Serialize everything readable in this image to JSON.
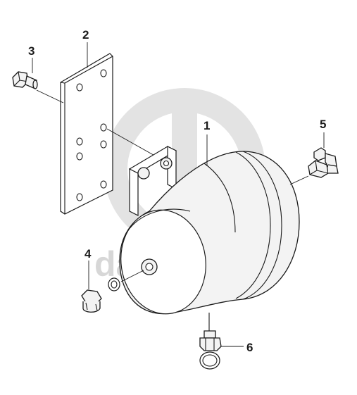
{
  "watermark": {
    "text": "data-parts",
    "color": "#d7d7d7"
  },
  "callouts": [
    {
      "id": "1",
      "label": "1",
      "part": "tank"
    },
    {
      "id": "2",
      "label": "2",
      "part": "bracket"
    },
    {
      "id": "3",
      "label": "3",
      "part": "bolt"
    },
    {
      "id": "4",
      "label": "4",
      "part": "plug"
    },
    {
      "id": "5",
      "label": "5",
      "part": "valve"
    },
    {
      "id": "6",
      "label": "6",
      "part": "drain-valve"
    }
  ],
  "colors": {
    "line": "#1a1a1a",
    "fill": "#f3f3f3",
    "background": "#ffffff"
  }
}
